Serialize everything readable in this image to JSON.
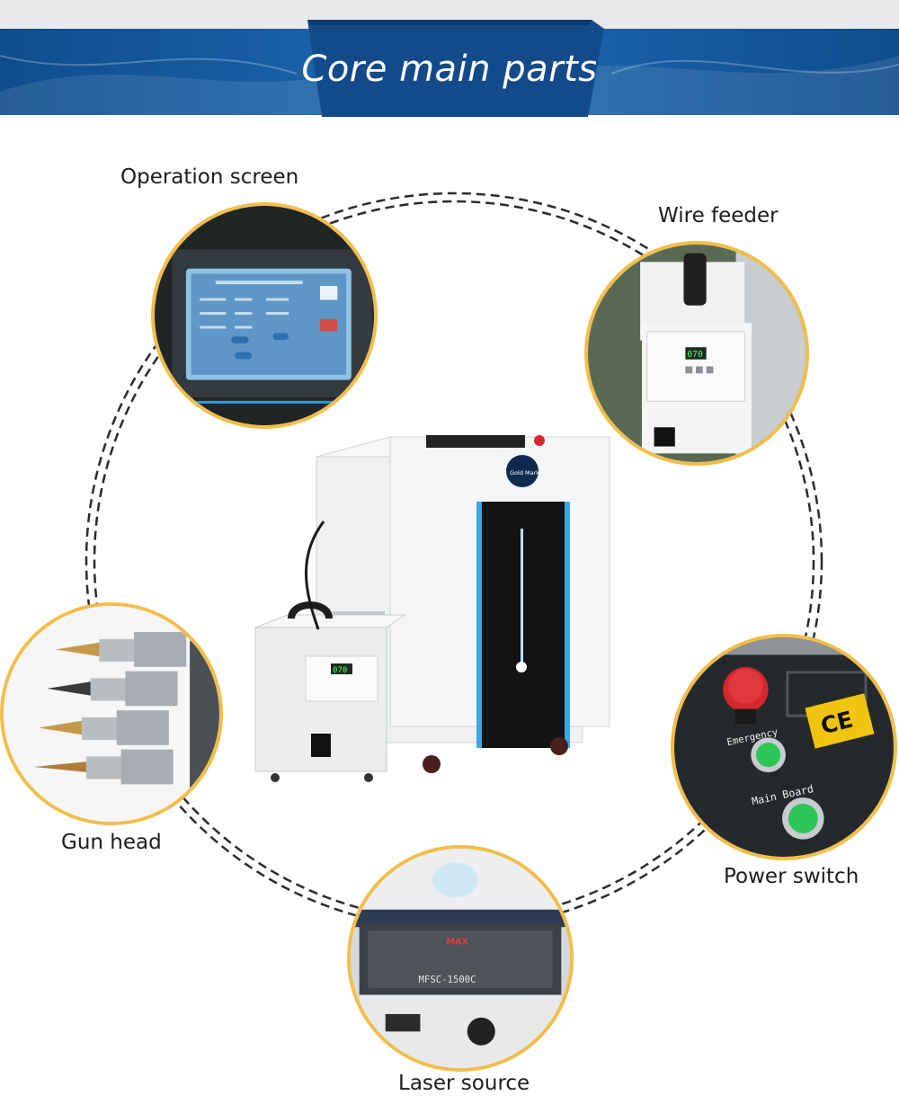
{
  "header": {
    "title": "Core main parts",
    "colors": {
      "banner_blue": "#1a62a8",
      "banner_dark": "#124a86",
      "accent_yellow": "#f2be4a"
    }
  },
  "parts": [
    {
      "label": "Operation screen",
      "icon": "touch-screen-icon"
    },
    {
      "label": "Wire feeder",
      "icon": "wire-feeder-icon"
    },
    {
      "label": "Gun head",
      "icon": "welding-gun-icon"
    },
    {
      "label": "Power switch",
      "icon": "power-switch-icon"
    },
    {
      "label": "Laser source",
      "icon": "laser-source-icon"
    }
  ],
  "machine": {
    "brand": "Gold Mark",
    "feeder_display": "070",
    "power_panel": {
      "emergency_label": "Emergency",
      "main_board_label": "Main Board",
      "cert_mark": "CE"
    },
    "laser_module": {
      "brand": "MAX",
      "model": "MFSC-1500C"
    }
  }
}
